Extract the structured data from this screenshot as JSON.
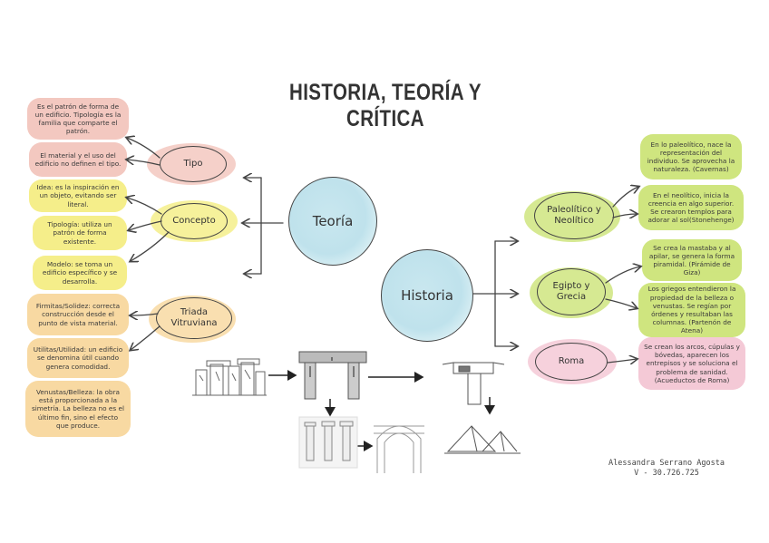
{
  "title": "HISTORIA, TEORÍA Y CRÍTICA",
  "center": {
    "teoria": "Teoría",
    "historia": "Historia"
  },
  "teoria": {
    "tipo": {
      "label": "Tipo",
      "notes": [
        "Es el patrón de forma de un edificio. Tipología es la familia que comparte el patrón.",
        "El material y el uso del edificio no definen el tipo."
      ]
    },
    "concepto": {
      "label": "Concepto",
      "notes": [
        "Idea: es la inspiración en un objeto, evitando ser literal.",
        "Tipología: utiliza un patrón de forma existente.",
        "Modelo: se toma un edificio específico y se desarrolla."
      ]
    },
    "triada": {
      "label": "Triada Vitruviana",
      "notes": [
        "Firmitas/Solidez: correcta construcción desde el punto de vista material.",
        "Utilitas/Utilidad: un edificio se denomina útil cuando genera comodidad.",
        "Venustas/Belleza: la obra está proporcionada a la simetría. La belleza no es el último fin, sino el efecto que produce."
      ]
    }
  },
  "historia": {
    "paleolitico": {
      "label": "Paleolítico y Neolítico",
      "notes": [
        "En lo paleolítico, nace la representación del individuo. Se aprovecha la naturaleza. (Cavernas)",
        "En el neolítico, inicia la creencia en algo superior. Se crearon templos para adorar al sol(Stonehenge)"
      ]
    },
    "egipto": {
      "label": "Egipto y Grecia",
      "notes": [
        "Se crea la mastaba y al apilar, se genera la forma piramidal. (Pirámide de Giza)",
        "Los griegos entendieron la propiedad de la belleza o venustas. Se regían por órdenes y resultaban las columnas. (Partenón de Atena)"
      ]
    },
    "roma": {
      "label": "Roma",
      "notes": [
        "Se crean los arcos, cúpulas y bóvedas, aparecen los entrepisos y se soluciona el problema de sanidad. (Acueductos de Roma)"
      ]
    }
  },
  "author": {
    "name": "Alessandra Serrano Agosta",
    "id": "V - 30.726.725"
  },
  "colors": {
    "tipo": "#f3c8c0",
    "concepto": "#f5ee8a",
    "triada": "#f8d9a2",
    "paleolitico": "#cfe57f",
    "egipto": "#cfe57f",
    "roma": "#f4c9d6",
    "circle": "#c9e7ef"
  }
}
